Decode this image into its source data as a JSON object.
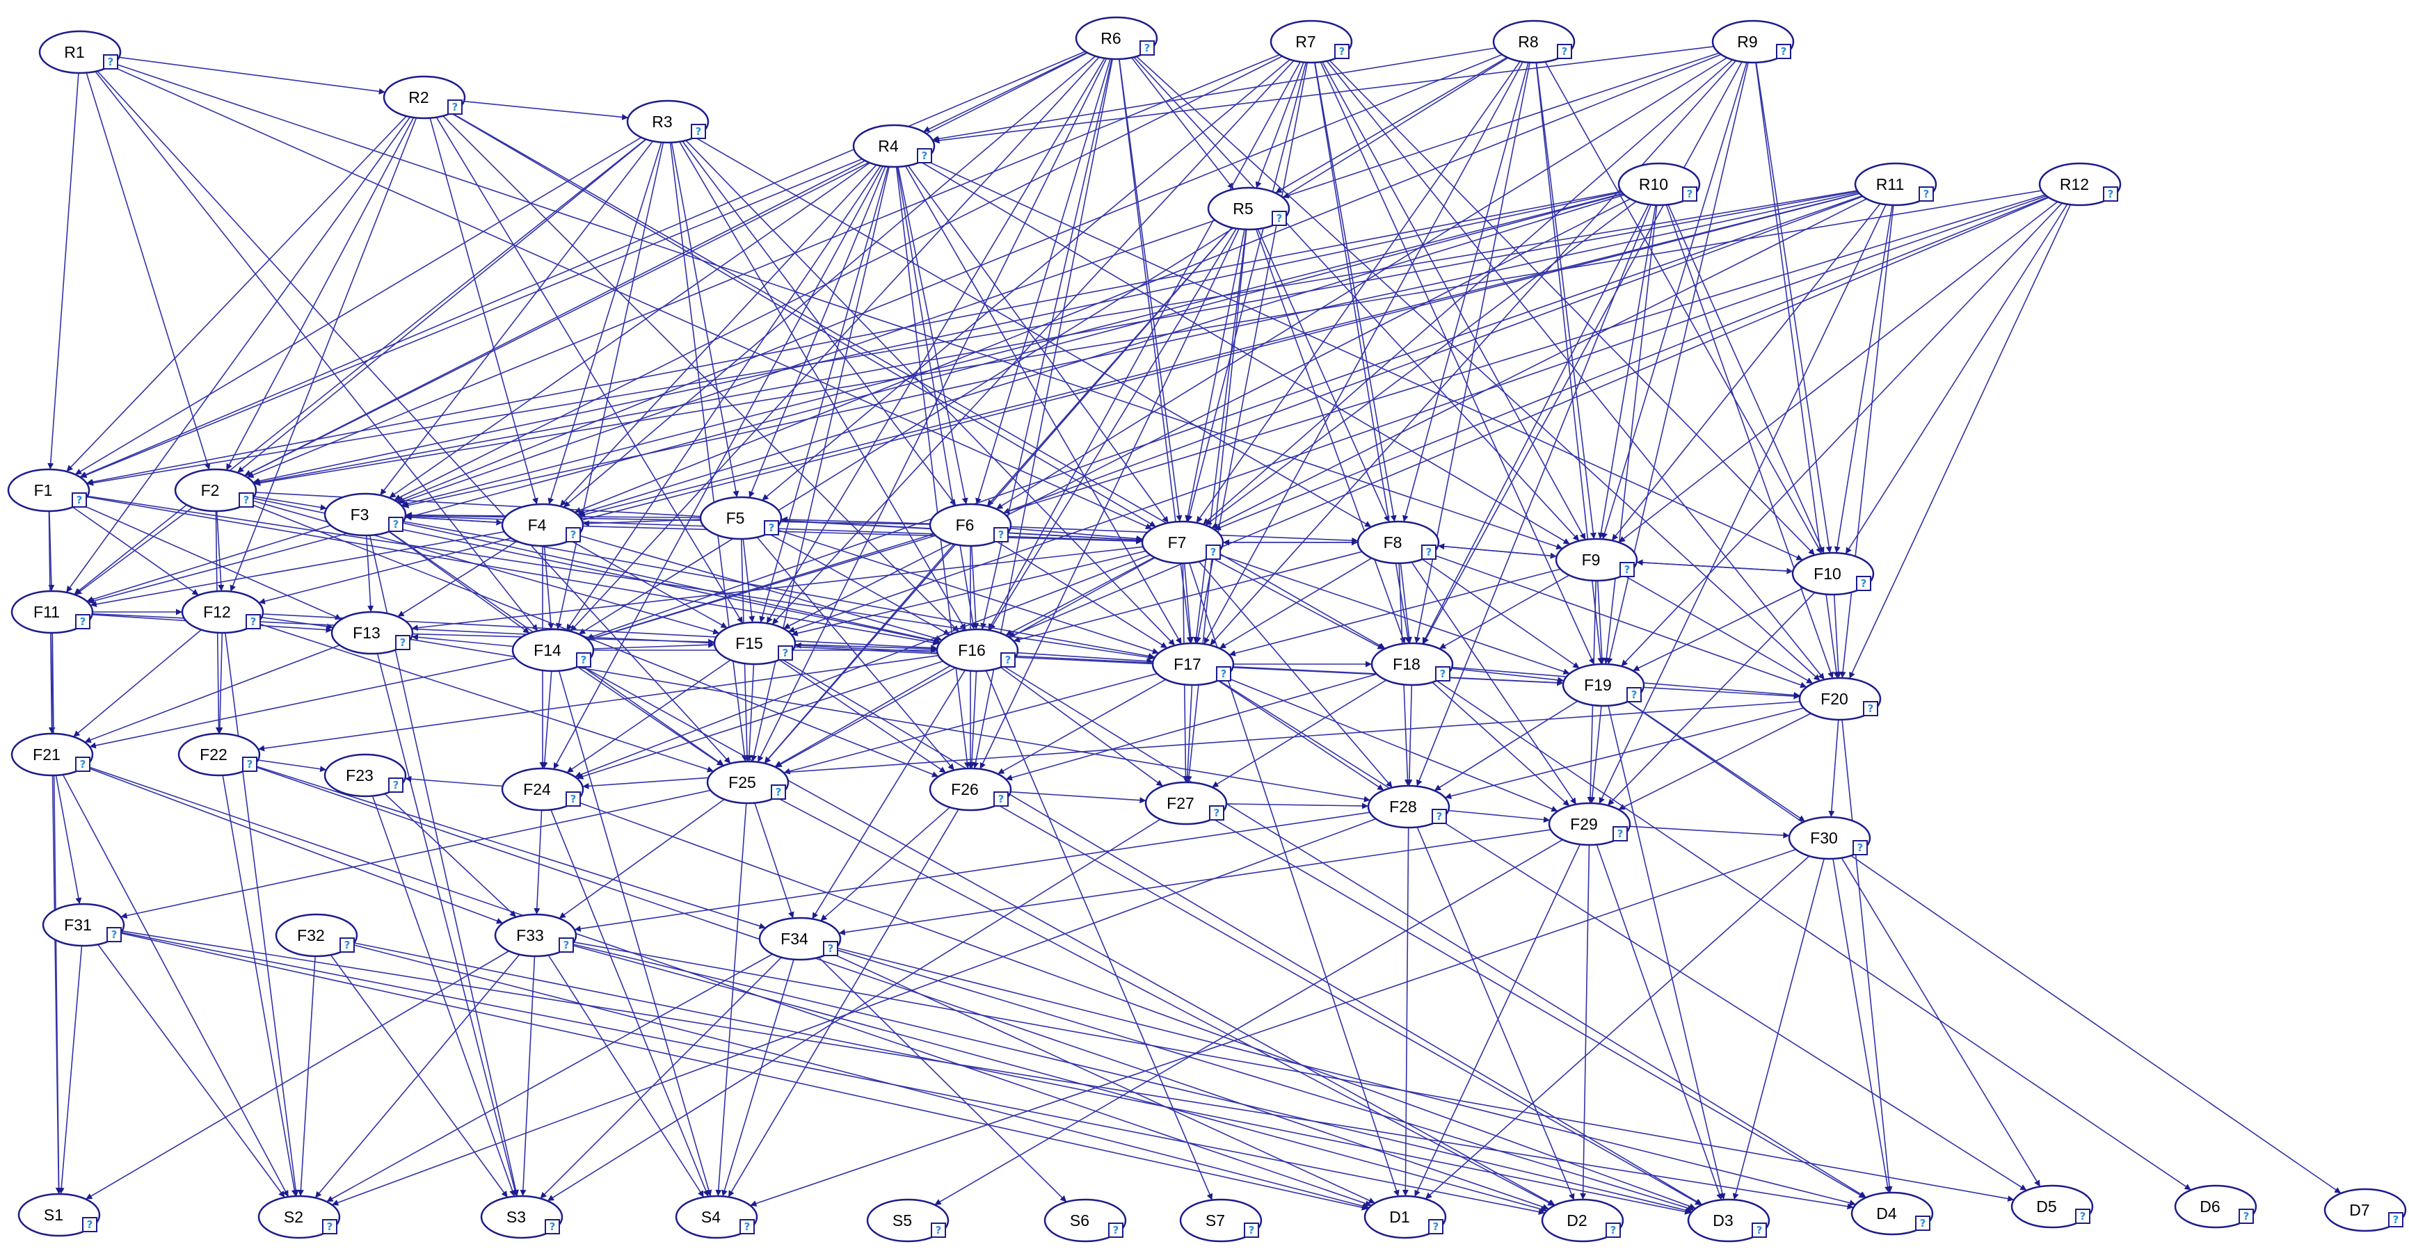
{
  "colors": {
    "edge": "#3232a8",
    "node_stroke": "#1c1c8c",
    "help_glyph": "#2a8fd6"
  },
  "help_glyph": "?",
  "nodes": [
    {
      "id": "R1",
      "label": "R1"
    },
    {
      "id": "R2",
      "label": "R2"
    },
    {
      "id": "R3",
      "label": "R3"
    },
    {
      "id": "R4",
      "label": "R4"
    },
    {
      "id": "R5",
      "label": "R5"
    },
    {
      "id": "R6",
      "label": "R6"
    },
    {
      "id": "R7",
      "label": "R7"
    },
    {
      "id": "R8",
      "label": "R8"
    },
    {
      "id": "R9",
      "label": "R9"
    },
    {
      "id": "R10",
      "label": "R10"
    },
    {
      "id": "R11",
      "label": "R11"
    },
    {
      "id": "R12",
      "label": "R12"
    },
    {
      "id": "F1",
      "label": "F1"
    },
    {
      "id": "F2",
      "label": "F2"
    },
    {
      "id": "F3",
      "label": "F3"
    },
    {
      "id": "F4",
      "label": "F4"
    },
    {
      "id": "F5",
      "label": "F5"
    },
    {
      "id": "F6",
      "label": "F6"
    },
    {
      "id": "F7",
      "label": "F7"
    },
    {
      "id": "F8",
      "label": "F8"
    },
    {
      "id": "F9",
      "label": "F9"
    },
    {
      "id": "F10",
      "label": "F10"
    },
    {
      "id": "F11",
      "label": "F11"
    },
    {
      "id": "F12",
      "label": "F12"
    },
    {
      "id": "F13",
      "label": "F13"
    },
    {
      "id": "F14",
      "label": "F14"
    },
    {
      "id": "F15",
      "label": "F15"
    },
    {
      "id": "F16",
      "label": "F16"
    },
    {
      "id": "F17",
      "label": "F17"
    },
    {
      "id": "F18",
      "label": "F18"
    },
    {
      "id": "F19",
      "label": "F19"
    },
    {
      "id": "F20",
      "label": "F20"
    },
    {
      "id": "F21",
      "label": "F21"
    },
    {
      "id": "F22",
      "label": "F22"
    },
    {
      "id": "F23",
      "label": "F23"
    },
    {
      "id": "F24",
      "label": "F24"
    },
    {
      "id": "F25",
      "label": "F25"
    },
    {
      "id": "F26",
      "label": "F26"
    },
    {
      "id": "F27",
      "label": "F27"
    },
    {
      "id": "F28",
      "label": "F28"
    },
    {
      "id": "F29",
      "label": "F29"
    },
    {
      "id": "F30",
      "label": "F30"
    },
    {
      "id": "F31",
      "label": "F31"
    },
    {
      "id": "F32",
      "label": "F32"
    },
    {
      "id": "F33",
      "label": "F33"
    },
    {
      "id": "F34",
      "label": "F34"
    },
    {
      "id": "S1",
      "label": "S1"
    },
    {
      "id": "S2",
      "label": "S2"
    },
    {
      "id": "S3",
      "label": "S3"
    },
    {
      "id": "S4",
      "label": "S4"
    },
    {
      "id": "S5",
      "label": "S5"
    },
    {
      "id": "S6",
      "label": "S6"
    },
    {
      "id": "S7",
      "label": "S7"
    },
    {
      "id": "D1",
      "label": "D1"
    },
    {
      "id": "D2",
      "label": "D2"
    },
    {
      "id": "D3",
      "label": "D3"
    },
    {
      "id": "D4",
      "label": "D4"
    },
    {
      "id": "D5",
      "label": "D5"
    },
    {
      "id": "D6",
      "label": "D6"
    },
    {
      "id": "D7",
      "label": "D7"
    }
  ],
  "edges": [
    [
      "R1",
      "R2"
    ],
    [
      "R1",
      "F2"
    ],
    [
      "R1",
      "F1"
    ],
    [
      "R1",
      "F7"
    ],
    [
      "R1",
      "F9"
    ],
    [
      "R1",
      "F14"
    ],
    [
      "R1",
      "F25"
    ],
    [
      "R2",
      "R3"
    ],
    [
      "R2",
      "F1"
    ],
    [
      "R2",
      "F2"
    ],
    [
      "R2",
      "F4"
    ],
    [
      "R2",
      "F11"
    ],
    [
      "R2",
      "F12"
    ],
    [
      "R2",
      "F15"
    ],
    [
      "R2",
      "F16"
    ],
    [
      "R2",
      "F7"
    ],
    [
      "R2",
      "F18"
    ],
    [
      "R3",
      "F1"
    ],
    [
      "R3",
      "F2"
    ],
    [
      "R3",
      "F3"
    ],
    [
      "R3",
      "F4"
    ],
    [
      "R3",
      "F5"
    ],
    [
      "R3",
      "F6"
    ],
    [
      "R3",
      "F11"
    ],
    [
      "R3",
      "F14"
    ],
    [
      "R3",
      "F16"
    ],
    [
      "R3",
      "F17"
    ],
    [
      "R3",
      "F8"
    ],
    [
      "R3",
      "F25"
    ],
    [
      "R4",
      "F1"
    ],
    [
      "R4",
      "F2"
    ],
    [
      "R4",
      "F3"
    ],
    [
      "R4",
      "F4"
    ],
    [
      "R4",
      "F5"
    ],
    [
      "R4",
      "F6"
    ],
    [
      "R4",
      "F7"
    ],
    [
      "R4",
      "F14"
    ],
    [
      "R4",
      "F15"
    ],
    [
      "R4",
      "F16"
    ],
    [
      "R4",
      "F17"
    ],
    [
      "R4",
      "F9"
    ],
    [
      "R4",
      "F24"
    ],
    [
      "R4",
      "F25"
    ],
    [
      "R4",
      "F26"
    ],
    [
      "R4",
      "F10"
    ],
    [
      "R5",
      "F6"
    ],
    [
      "R5",
      "F7"
    ],
    [
      "R5",
      "F8"
    ],
    [
      "R5",
      "F16"
    ],
    [
      "R5",
      "F17"
    ],
    [
      "R5",
      "F18"
    ],
    [
      "R5",
      "F26"
    ],
    [
      "R5",
      "F25"
    ],
    [
      "R5",
      "F27"
    ],
    [
      "R5",
      "F3"
    ],
    [
      "R6",
      "R4"
    ],
    [
      "R6",
      "R5"
    ],
    [
      "R6",
      "F1"
    ],
    [
      "R6",
      "F2"
    ],
    [
      "R6",
      "F4"
    ],
    [
      "R6",
      "F6"
    ],
    [
      "R6",
      "F7"
    ],
    [
      "R6",
      "F15"
    ],
    [
      "R6",
      "F16"
    ],
    [
      "R6",
      "F17"
    ],
    [
      "R6",
      "F9"
    ],
    [
      "R6",
      "F20"
    ],
    [
      "R6",
      "F25"
    ],
    [
      "R6",
      "F26"
    ],
    [
      "R6",
      "F14"
    ],
    [
      "R7",
      "R5"
    ],
    [
      "R7",
      "F2"
    ],
    [
      "R7",
      "F3"
    ],
    [
      "R7",
      "F7"
    ],
    [
      "R7",
      "F8"
    ],
    [
      "R7",
      "F9"
    ],
    [
      "R7",
      "F16"
    ],
    [
      "R7",
      "F17"
    ],
    [
      "R7",
      "F18"
    ],
    [
      "R7",
      "F19"
    ],
    [
      "R7",
      "F10"
    ],
    [
      "R7",
      "F20"
    ],
    [
      "R7",
      "F15"
    ],
    [
      "R7",
      "F5"
    ],
    [
      "R8",
      "R4"
    ],
    [
      "R8",
      "R5"
    ],
    [
      "R8",
      "F7"
    ],
    [
      "R8",
      "F8"
    ],
    [
      "R8",
      "F9"
    ],
    [
      "R8",
      "F18"
    ],
    [
      "R8",
      "F19"
    ],
    [
      "R8",
      "F17"
    ],
    [
      "R8",
      "F3"
    ],
    [
      "R8",
      "F14"
    ],
    [
      "R8",
      "F10"
    ],
    [
      "R9",
      "R4"
    ],
    [
      "R9",
      "R5"
    ],
    [
      "R9",
      "F4"
    ],
    [
      "R9",
      "F7"
    ],
    [
      "R9",
      "F9"
    ],
    [
      "R9",
      "F10"
    ],
    [
      "R9",
      "F19"
    ],
    [
      "R9",
      "F18"
    ],
    [
      "R9",
      "F20"
    ],
    [
      "R9",
      "F17"
    ],
    [
      "R9",
      "F6"
    ],
    [
      "R10",
      "F1"
    ],
    [
      "R10",
      "F2"
    ],
    [
      "R10",
      "F3"
    ],
    [
      "R10",
      "F4"
    ],
    [
      "R10",
      "F7"
    ],
    [
      "R10",
      "F9"
    ],
    [
      "R10",
      "F18"
    ],
    [
      "R10",
      "F19"
    ],
    [
      "R10",
      "F20"
    ],
    [
      "R10",
      "F11"
    ],
    [
      "R10",
      "F15"
    ],
    [
      "R10",
      "F10"
    ],
    [
      "R10",
      "F28"
    ],
    [
      "R11",
      "F1"
    ],
    [
      "R11",
      "F2"
    ],
    [
      "R11",
      "F4"
    ],
    [
      "R11",
      "F7"
    ],
    [
      "R11",
      "F10"
    ],
    [
      "R11",
      "F20"
    ],
    [
      "R11",
      "F3"
    ],
    [
      "R11",
      "F14"
    ],
    [
      "R11",
      "F12"
    ],
    [
      "R11",
      "F29"
    ],
    [
      "R11",
      "F9"
    ],
    [
      "R11",
      "F6"
    ],
    [
      "R12",
      "F2"
    ],
    [
      "R12",
      "F7"
    ],
    [
      "R12",
      "F9"
    ],
    [
      "R12",
      "F10"
    ],
    [
      "R12",
      "F16"
    ],
    [
      "R12",
      "F14"
    ],
    [
      "R12",
      "F19"
    ],
    [
      "R12",
      "F20"
    ],
    [
      "R12",
      "F15"
    ],
    [
      "F1",
      "F11"
    ],
    [
      "F1",
      "F12"
    ],
    [
      "F1",
      "F13"
    ],
    [
      "F1",
      "F16"
    ],
    [
      "F1",
      "F21"
    ],
    [
      "F2",
      "F3"
    ],
    [
      "F2",
      "F11"
    ],
    [
      "F2",
      "F12"
    ],
    [
      "F2",
      "F15"
    ],
    [
      "F2",
      "F16"
    ],
    [
      "F2",
      "F7"
    ],
    [
      "F2",
      "F22"
    ],
    [
      "F3",
      "F4"
    ],
    [
      "F3",
      "F11"
    ],
    [
      "F3",
      "F14"
    ],
    [
      "F3",
      "F16"
    ],
    [
      "F3",
      "F25"
    ],
    [
      "F3",
      "F17"
    ],
    [
      "F3",
      "F7"
    ],
    [
      "F3",
      "S3"
    ],
    [
      "F4",
      "F3"
    ],
    [
      "F4",
      "F14"
    ],
    [
      "F4",
      "F15"
    ],
    [
      "F4",
      "F13"
    ],
    [
      "F4",
      "F16"
    ],
    [
      "F4",
      "F24"
    ],
    [
      "F4",
      "F11"
    ],
    [
      "F5",
      "F4"
    ],
    [
      "F5",
      "F15"
    ],
    [
      "F5",
      "F16"
    ],
    [
      "F5",
      "F7"
    ],
    [
      "F5",
      "F25"
    ],
    [
      "F5",
      "F26"
    ],
    [
      "F5",
      "F3"
    ],
    [
      "F6",
      "F7"
    ],
    [
      "F6",
      "F16"
    ],
    [
      "F6",
      "F25"
    ],
    [
      "F6",
      "F26"
    ],
    [
      "F6",
      "F17"
    ],
    [
      "F6",
      "F3"
    ],
    [
      "F6",
      "F14"
    ],
    [
      "F6",
      "F5"
    ],
    [
      "F7",
      "F8"
    ],
    [
      "F7",
      "F17"
    ],
    [
      "F7",
      "F16"
    ],
    [
      "F7",
      "F15"
    ],
    [
      "F7",
      "F27"
    ],
    [
      "F7",
      "F28"
    ],
    [
      "F7",
      "F18"
    ],
    [
      "F7",
      "F19"
    ],
    [
      "F7",
      "F13"
    ],
    [
      "F7",
      "D1"
    ],
    [
      "F7",
      "F24"
    ],
    [
      "F7",
      "F25"
    ],
    [
      "F8",
      "F7"
    ],
    [
      "F8",
      "F9"
    ],
    [
      "F8",
      "F18"
    ],
    [
      "F8",
      "F17"
    ],
    [
      "F8",
      "F19"
    ],
    [
      "F8",
      "F28"
    ],
    [
      "F8",
      "F29"
    ],
    [
      "F8",
      "F16"
    ],
    [
      "F8",
      "F20"
    ],
    [
      "F9",
      "F10"
    ],
    [
      "F9",
      "F19"
    ],
    [
      "F9",
      "F20"
    ],
    [
      "F9",
      "F18"
    ],
    [
      "F9",
      "F29"
    ],
    [
      "F9",
      "F8"
    ],
    [
      "F9",
      "F17"
    ],
    [
      "F10",
      "F20"
    ],
    [
      "F10",
      "F19"
    ],
    [
      "F10",
      "F29"
    ],
    [
      "F10",
      "F9"
    ],
    [
      "F11",
      "F13"
    ],
    [
      "F11",
      "F21"
    ],
    [
      "F11",
      "F12"
    ],
    [
      "F11",
      "S1"
    ],
    [
      "F12",
      "F13"
    ],
    [
      "F12",
      "F22"
    ],
    [
      "F12",
      "F21"
    ],
    [
      "F12",
      "S2"
    ],
    [
      "F12",
      "F25"
    ],
    [
      "F13",
      "F15"
    ],
    [
      "F13",
      "F21"
    ],
    [
      "F13",
      "S3"
    ],
    [
      "F14",
      "F21"
    ],
    [
      "F14",
      "F15"
    ],
    [
      "F14",
      "F24"
    ],
    [
      "F14",
      "F25"
    ],
    [
      "F14",
      "S4"
    ],
    [
      "F14",
      "F16"
    ],
    [
      "F14",
      "F13"
    ],
    [
      "F15",
      "F25"
    ],
    [
      "F15",
      "F16"
    ],
    [
      "F15",
      "F24"
    ],
    [
      "F15",
      "F26"
    ],
    [
      "F16",
      "F17"
    ],
    [
      "F16",
      "F25"
    ],
    [
      "F16",
      "F26"
    ],
    [
      "F16",
      "F27"
    ],
    [
      "F16",
      "F24"
    ],
    [
      "F16",
      "F22"
    ],
    [
      "F16",
      "S7"
    ],
    [
      "F16",
      "F34"
    ],
    [
      "F17",
      "F18"
    ],
    [
      "F17",
      "F27"
    ],
    [
      "F17",
      "F26"
    ],
    [
      "F17",
      "F28"
    ],
    [
      "F17",
      "F25"
    ],
    [
      "F17",
      "F29"
    ],
    [
      "F18",
      "F19"
    ],
    [
      "F18",
      "F28"
    ],
    [
      "F18",
      "F29"
    ],
    [
      "F18",
      "F27"
    ],
    [
      "F18",
      "F26"
    ],
    [
      "F18",
      "F20"
    ],
    [
      "F19",
      "F20"
    ],
    [
      "F19",
      "F29"
    ],
    [
      "F19",
      "F30"
    ],
    [
      "F19",
      "F28"
    ],
    [
      "F19",
      "D3"
    ],
    [
      "F19",
      "F15"
    ],
    [
      "F20",
      "F30"
    ],
    [
      "F20",
      "F29"
    ],
    [
      "F20",
      "F28"
    ],
    [
      "F20",
      "D4"
    ],
    [
      "F20",
      "F24"
    ],
    [
      "F21",
      "F31"
    ],
    [
      "F21",
      "S1"
    ],
    [
      "F21",
      "S2"
    ],
    [
      "F21",
      "F33"
    ],
    [
      "F21",
      "D1"
    ],
    [
      "F22",
      "F23"
    ],
    [
      "F22",
      "S2"
    ],
    [
      "F22",
      "F34"
    ],
    [
      "F22",
      "D2"
    ],
    [
      "F23",
      "S3"
    ],
    [
      "F23",
      "F33"
    ],
    [
      "F24",
      "F23"
    ],
    [
      "F24",
      "S4"
    ],
    [
      "F24",
      "F33"
    ],
    [
      "F24",
      "D3"
    ],
    [
      "F25",
      "F34"
    ],
    [
      "F25",
      "S4"
    ],
    [
      "F25",
      "D2"
    ],
    [
      "F25",
      "F33"
    ],
    [
      "F25",
      "F31"
    ],
    [
      "F26",
      "F27"
    ],
    [
      "F26",
      "F34"
    ],
    [
      "F26",
      "S4"
    ],
    [
      "F26",
      "D3"
    ],
    [
      "F27",
      "F28"
    ],
    [
      "F27",
      "S3"
    ],
    [
      "F27",
      "D4"
    ],
    [
      "F28",
      "F29"
    ],
    [
      "F28",
      "D1"
    ],
    [
      "F28",
      "D2"
    ],
    [
      "F28",
      "S2"
    ],
    [
      "F28",
      "F33"
    ],
    [
      "F29",
      "F30"
    ],
    [
      "F29",
      "D1"
    ],
    [
      "F29",
      "D2"
    ],
    [
      "F29",
      "S5"
    ],
    [
      "F29",
      "D3"
    ],
    [
      "F29",
      "F34"
    ],
    [
      "F30",
      "D3"
    ],
    [
      "F30",
      "D4"
    ],
    [
      "F30",
      "D5"
    ],
    [
      "F30",
      "S4"
    ],
    [
      "F30",
      "D1"
    ],
    [
      "F31",
      "S1"
    ],
    [
      "F31",
      "S2"
    ],
    [
      "F31",
      "D1"
    ],
    [
      "F31",
      "D2"
    ],
    [
      "F31",
      "D4"
    ],
    [
      "F32",
      "S2"
    ],
    [
      "F32",
      "S3"
    ],
    [
      "F32",
      "D1"
    ],
    [
      "F32",
      "D3"
    ],
    [
      "F33",
      "S2"
    ],
    [
      "F33",
      "S3"
    ],
    [
      "F33",
      "S4"
    ],
    [
      "F33",
      "D2"
    ],
    [
      "F33",
      "D3"
    ],
    [
      "F33",
      "D5"
    ],
    [
      "F33",
      "S1"
    ],
    [
      "F34",
      "S4"
    ],
    [
      "F34",
      "S6"
    ],
    [
      "F34",
      "D1"
    ],
    [
      "F34",
      "D3"
    ],
    [
      "F34",
      "D4"
    ],
    [
      "F34",
      "S3"
    ],
    [
      "F34",
      "S2"
    ],
    [
      "F3",
      "F13"
    ],
    [
      "F4",
      "F7"
    ],
    [
      "F5",
      "F17"
    ],
    [
      "F6",
      "F8"
    ],
    [
      "F12",
      "F16"
    ],
    [
      "F13",
      "F28"
    ],
    [
      "F14",
      "D2"
    ],
    [
      "F15",
      "D3"
    ],
    [
      "F16",
      "D4"
    ],
    [
      "F17",
      "D5"
    ],
    [
      "F18",
      "D6"
    ],
    [
      "F19",
      "D7"
    ],
    [
      "F2",
      "F26"
    ],
    [
      "F1",
      "F17"
    ],
    [
      "F11",
      "F19"
    ]
  ]
}
